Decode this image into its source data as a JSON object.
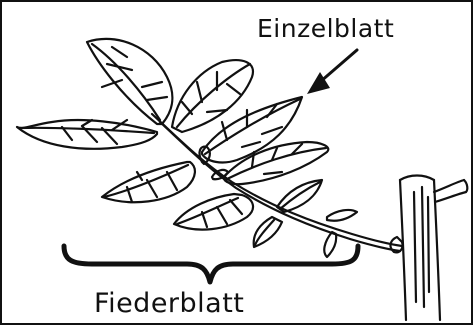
{
  "labels": {
    "single_leaf": "Einzelblatt",
    "compound_leaf": "Fiederblatt"
  },
  "icons": {
    "arrow": "arrow-pointer-icon",
    "brace": "curly-brace-icon",
    "leaf_branch": "compound-leaf-drawing",
    "stem": "plant-stem-drawing"
  },
  "colors": {
    "ink": "#111111",
    "background": "#ffffff"
  }
}
